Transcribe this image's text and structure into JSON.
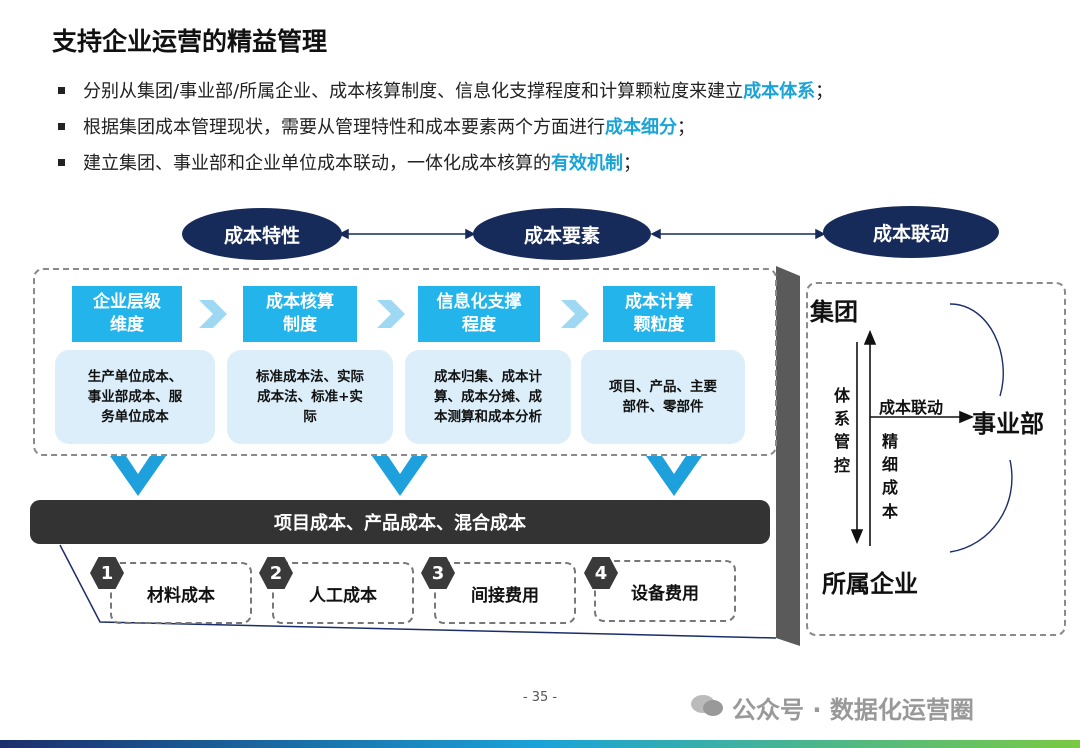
{
  "title": "支持企业运营的精益管理",
  "bullets": [
    {
      "text": "分别从集团/事业部/所属企业、成本核算制度、信息化支撑程度和计算颗粒度来建立",
      "highlight": "成本体系",
      "tail": "；"
    },
    {
      "text": "根据集团成本管理现状，需要从管理特性和成本要素两个方面进行",
      "highlight": "成本细分",
      "tail": "；"
    },
    {
      "text": "建立集团、事业部和企业单位成本联动，一体化成本核算的",
      "highlight": "有效机制",
      "tail": "；"
    }
  ],
  "ovals": [
    "成本特性",
    "成本要素",
    "成本联动"
  ],
  "steps": [
    {
      "header": "企业层级\n维度",
      "desc": "生产单位成本、\n事业部成本、服\n务单位成本"
    },
    {
      "header": "成本核算\n制度",
      "desc": "标准成本法、实际\n成本法、标准+实\n际"
    },
    {
      "header": "信息化支撑\n程度",
      "desc": "成本归集、成本计\n算、成本分摊、成\n本测算和成本分析"
    },
    {
      "header": "成本计算\n颗粒度",
      "desc": "项目、产品、主要\n部件、零部件"
    }
  ],
  "bar_label": "项目成本、产品成本、混合成本",
  "cost_items": [
    {
      "num": "1",
      "label": "材料成本"
    },
    {
      "num": "2",
      "label": "人工成本"
    },
    {
      "num": "3",
      "label": "间接费用"
    },
    {
      "num": "4",
      "label": "设备费用"
    }
  ],
  "right_panel": {
    "group": "集团",
    "division": "事业部",
    "subsidiary": "所属企业",
    "link_label": "成本联动",
    "vertical_left": "体\n系\n管\n控",
    "vertical_right": "精\n细\n成\n本"
  },
  "page_number": "- 35 -",
  "watermark": "公众号 · 数据化运营圈",
  "colors": {
    "navy": "#172b5a",
    "cyan": "#22b4ea",
    "light": "#dbeefa",
    "dark": "#333333",
    "highlight": "#1aa3d9"
  }
}
